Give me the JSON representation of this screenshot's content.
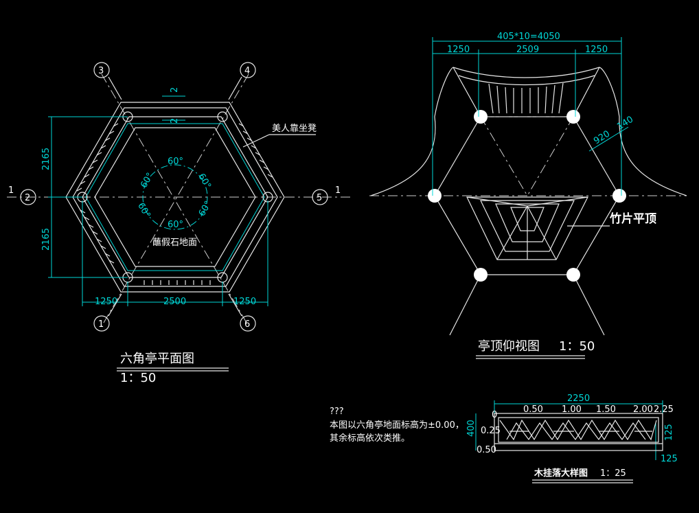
{
  "plan": {
    "title": "六角亭平面图",
    "scale": "1：50",
    "axes": [
      "1",
      "2",
      "3",
      "4",
      "5",
      "6"
    ],
    "side_marks": {
      "left": "1",
      "right": "1"
    },
    "dims": {
      "h1": "2165",
      "h2": "2165",
      "w_left": "1250",
      "w_mid": "2500",
      "w_right": "1250",
      "top": "2"
    },
    "angles": [
      "60°",
      "60°",
      "60°",
      "60°",
      "60°",
      "60°"
    ],
    "label_seat": "美人靠坐凳",
    "label_floor": "蘸假石地面"
  },
  "roof": {
    "title": "亭顶仰视图",
    "scale": "1：50",
    "dim_total": "405*10=4050",
    "dim_left": "1250",
    "dim_mid": "2509",
    "dim_right": "1250",
    "dim_920": "920",
    "dim_140": "140",
    "label_bamboo": "竹片平顶"
  },
  "note": {
    "heading": "???",
    "line1": "本图以六角亭地面标高为±0.00，",
    "line2": "其余标高依次类推。"
  },
  "detail": {
    "title": "木挂落大样图",
    "scale": "1：25",
    "dim_total": "2250",
    "ticks": [
      "0",
      "0.50",
      "1.00",
      "1.50",
      "2.00",
      "2.25"
    ],
    "left_labels": [
      "400",
      "0.25",
      "0.50"
    ],
    "right_labels": [
      "125",
      "125"
    ]
  }
}
